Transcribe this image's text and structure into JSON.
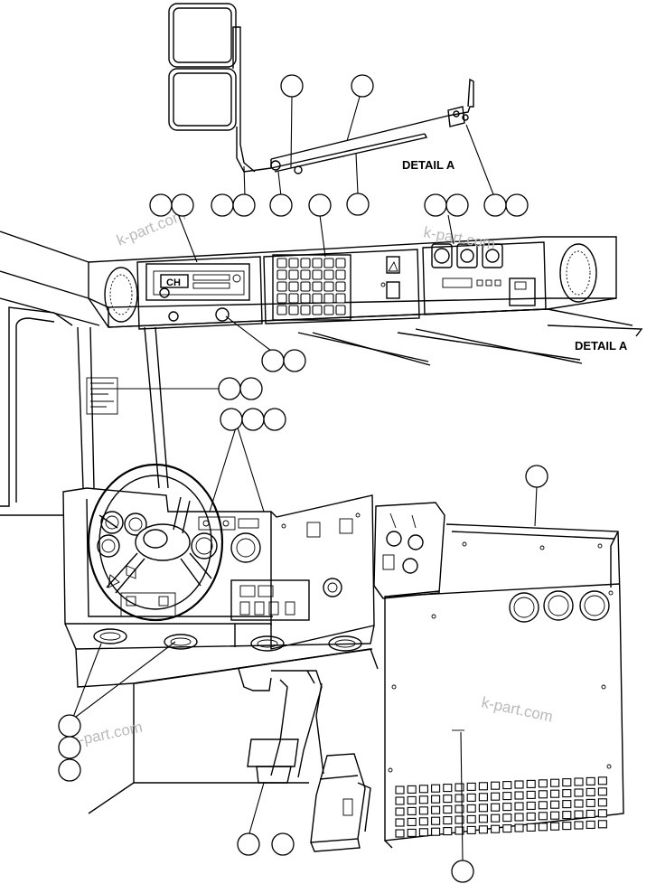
{
  "labels": {
    "detail_a_top": "DETAIL A",
    "detail_a_right": "DETAIL A",
    "radio_display": "CH"
  },
  "watermarks": [
    "k-part.com",
    "k-part.com",
    "k-part.com"
  ]
}
